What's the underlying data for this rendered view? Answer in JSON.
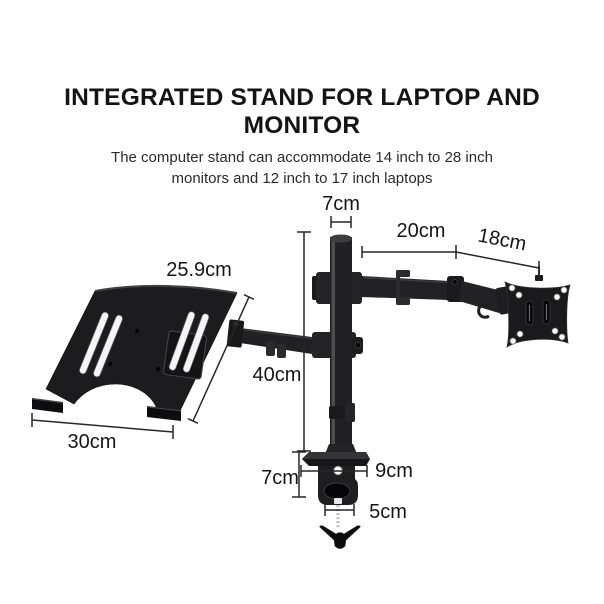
{
  "header": {
    "title": "INTEGRATED STAND FOR LAPTOP AND MONITOR",
    "subtitle_line1": "The computer stand can accommodate 14 inch to 28 inch",
    "subtitle_line2": "monitors and 12 inch to 17 inch laptops"
  },
  "dimensions": {
    "pole_diameter": "7cm",
    "upper_arm_inner_segment": "20cm",
    "upper_arm_outer_segment": "18cm",
    "laptop_tray_depth": "25.9cm",
    "pole_height": "40cm",
    "laptop_tray_width": "30cm",
    "clamp_height": "7cm",
    "clamp_base_depth": "9cm",
    "clamp_opening": "5cm"
  },
  "colors": {
    "background": "#ffffff",
    "text": "#161616",
    "product_black": "#1c1c1e",
    "measure_line": "#262626"
  }
}
